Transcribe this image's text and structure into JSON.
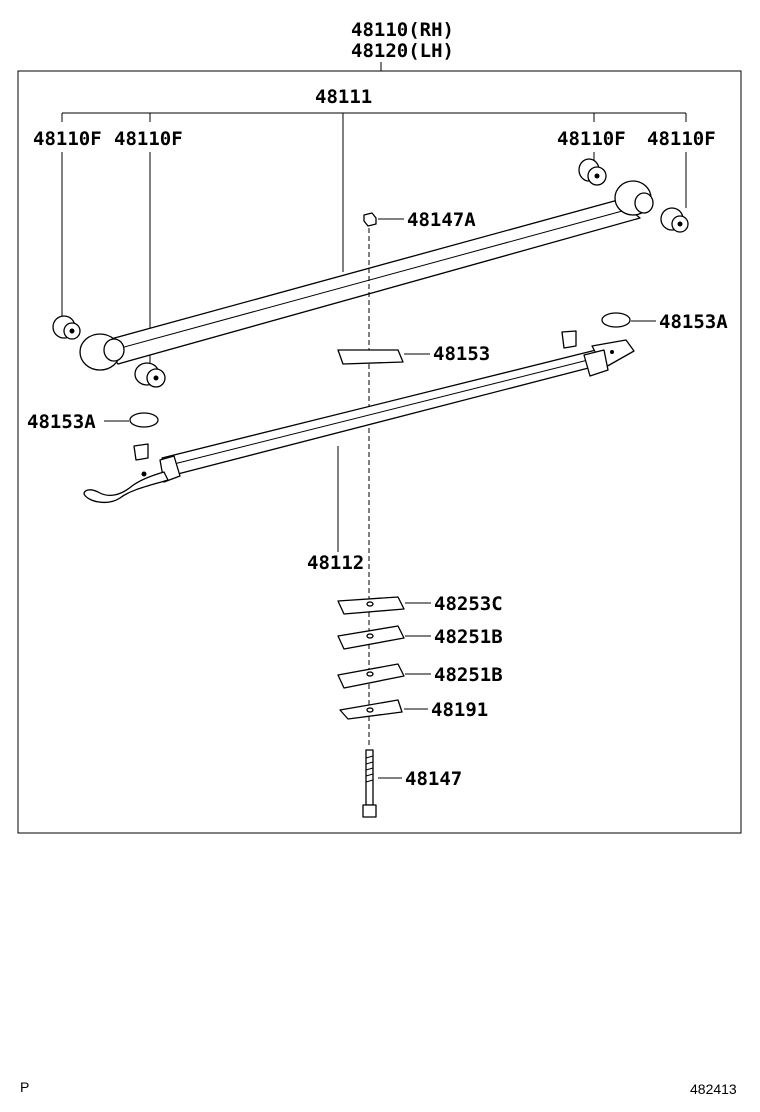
{
  "labels": {
    "assembly_rh": "48110(RH)",
    "assembly_lh": "48120(LH)",
    "leaf_main": "48111",
    "bushing_1": "48110F",
    "bushing_2": "48110F",
    "bushing_3": "48110F",
    "bushing_4": "48110F",
    "nut": "48147A",
    "pad_right": "48153A",
    "pad_left": "48153A",
    "clip_plate": "48153",
    "leaf_second": "48112",
    "spacer_c": "48253C",
    "spacer_b1": "48251B",
    "spacer_b2": "48251B",
    "plate_bottom": "48191",
    "bolt": "48147"
  },
  "footer": {
    "left_mark": "P",
    "figure_number": "482413"
  }
}
